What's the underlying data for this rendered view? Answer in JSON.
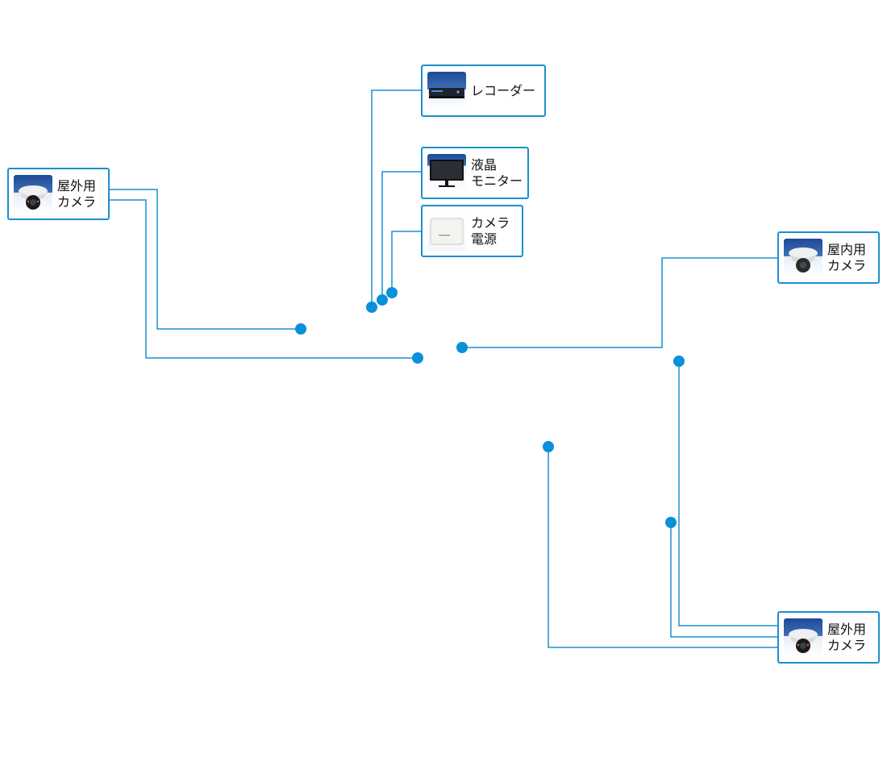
{
  "devices": {
    "recorder": {
      "icon": "recorder-icon",
      "lines": [
        "レコーダー"
      ]
    },
    "monitor": {
      "icon": "monitor-icon",
      "lines": [
        "液晶",
        "モニター"
      ]
    },
    "camera_power": {
      "icon": "power-supply-icon",
      "lines": [
        "カメラ",
        "電源"
      ]
    },
    "outdoor_camera_left": {
      "icon": "dome-camera-icon",
      "lines": [
        "屋外用",
        "カメラ"
      ]
    },
    "indoor_camera": {
      "icon": "dome-camera-icon",
      "lines": [
        "屋内用",
        "カメラ"
      ]
    },
    "outdoor_camera_bottom": {
      "icon": "dome-camera-icon",
      "lines": [
        "屋外用",
        "カメラ"
      ]
    }
  },
  "colors": {
    "line": "#1b8fd0",
    "dot": "#0a90d8",
    "border": "#1b8fd0"
  }
}
